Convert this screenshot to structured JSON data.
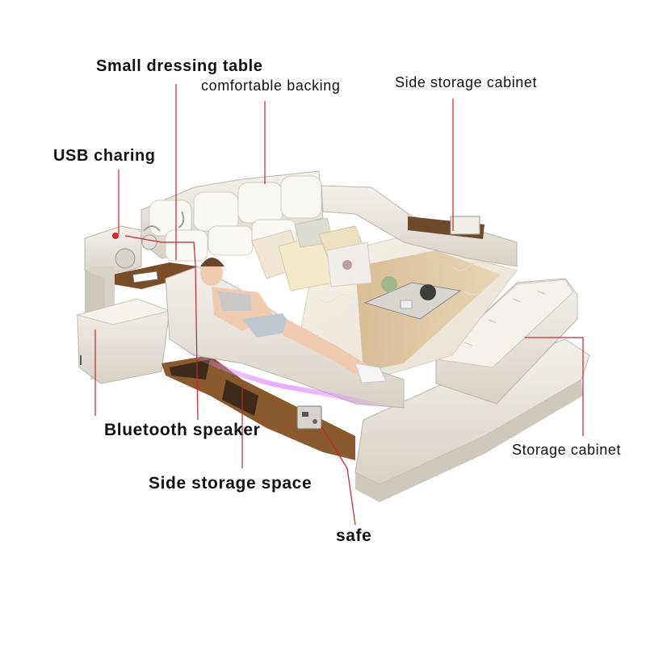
{
  "image": {
    "subject": "multifunction leather smart bed",
    "annotations": [
      {
        "id": "dressing",
        "text": "Small dressing table",
        "weight": "bold"
      },
      {
        "id": "backing",
        "text": "comfortable backing",
        "weight": "normal"
      },
      {
        "id": "sidecab",
        "text": "Side storage cabinet",
        "weight": "normal"
      },
      {
        "id": "usb",
        "text": "USB charing",
        "weight": "bold"
      },
      {
        "id": "speaker",
        "text": "Bluetooth speaker",
        "weight": "bold"
      },
      {
        "id": "sidespace",
        "text": "Side storage space",
        "weight": "bold"
      },
      {
        "id": "safe",
        "text": "safe",
        "weight": "bold"
      },
      {
        "id": "storage",
        "text": "Storage cabinet",
        "weight": "normal"
      }
    ],
    "colors": {
      "leather": "#ece8e2",
      "leather_shadow": "#cfc8bf",
      "wood": "#8a5a2e",
      "leader_line": "#c0282d",
      "background": "#ffffff"
    }
  }
}
